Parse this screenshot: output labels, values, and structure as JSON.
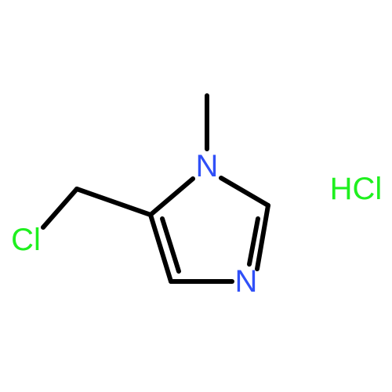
{
  "molecule": {
    "atoms": {
      "n1": {
        "symbol": "N",
        "color": "#3050F8"
      },
      "n3": {
        "symbol": "N",
        "color": "#3050F8"
      },
      "cl": {
        "symbol": "Cl",
        "color": "#1FF01F"
      }
    },
    "salt": {
      "label": "HCl",
      "color": "#1FF01F"
    },
    "bond_color": "#000000"
  }
}
